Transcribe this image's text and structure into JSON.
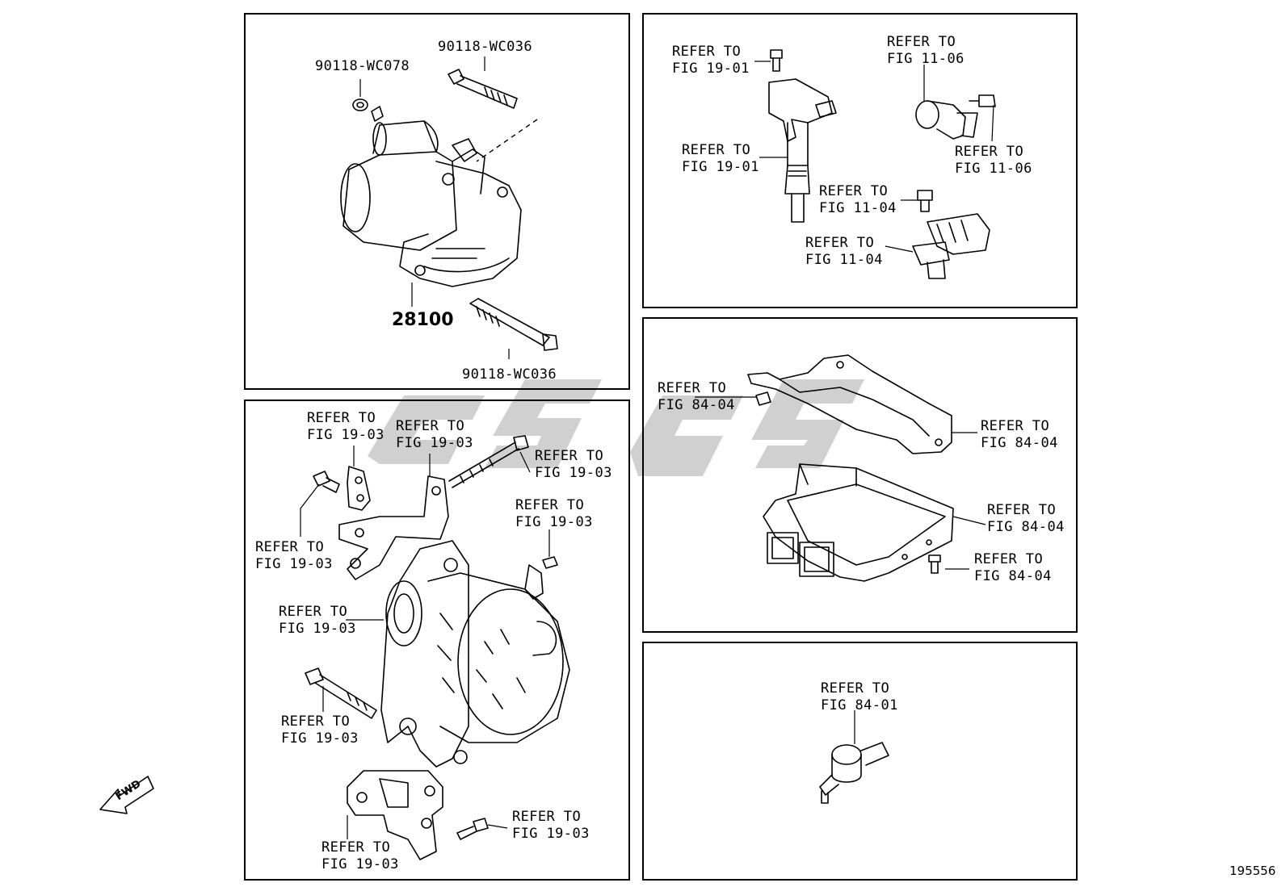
{
  "starter_panel": {
    "bolt_top_label": "90118-WC036",
    "nut_label": "90118-WC078",
    "starter_label": "28100",
    "bolt_bottom_label": "90118-WC036"
  },
  "refer": {
    "refer_to": "REFER TO",
    "fig_19_01": "FIG 19-01",
    "fig_11_06": "FIG 11-06",
    "fig_11_04": "FIG 11-04",
    "fig_19_03": "FIG 19-03",
    "fig_84_04": "FIG 84-04",
    "fig_84_01": "FIG 84-01"
  },
  "fwd_label": "FWD",
  "figure_number": "195556"
}
